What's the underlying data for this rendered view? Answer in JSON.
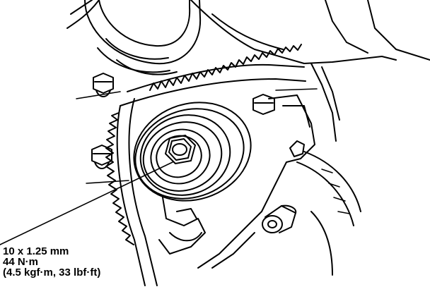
{
  "callout": {
    "lines": [
      "10 x 1.25 mm",
      "44 N·m",
      "(4.5 kgf·m, 33 lbf·ft)"
    ]
  },
  "colors": {
    "ink": "#000000",
    "paper": "#ffffff"
  }
}
